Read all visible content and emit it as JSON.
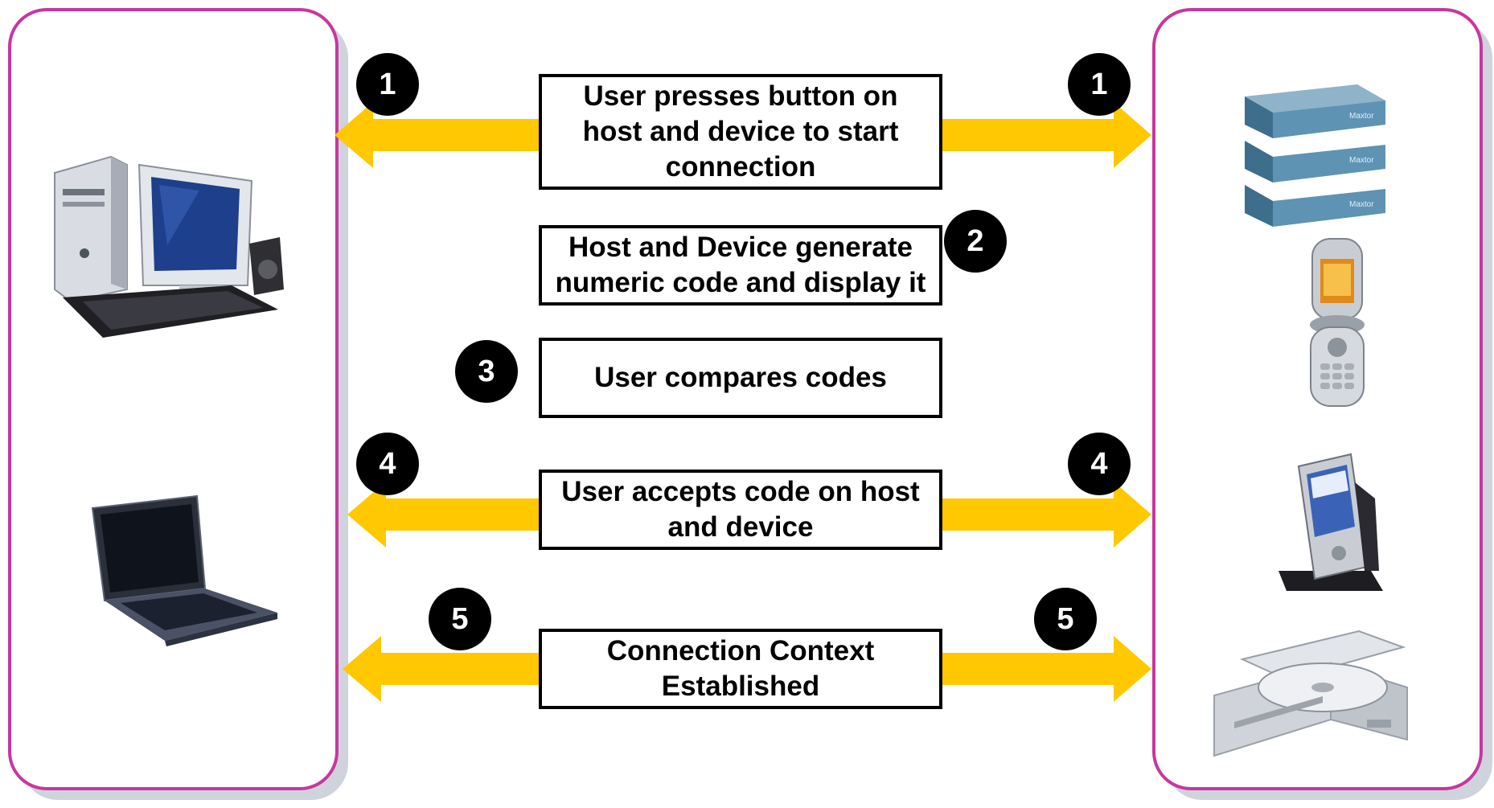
{
  "colors": {
    "panel_border": "#c7379e",
    "arrow": "#ffc800",
    "badge": "#000000"
  },
  "steps": [
    {
      "number": "1",
      "text": "User presses button on host and device to start connection"
    },
    {
      "number": "2",
      "text": "Host and Device generate numeric code and display it"
    },
    {
      "number": "3",
      "text": "User compares codes"
    },
    {
      "number": "4",
      "text": "User accepts code on host and device"
    },
    {
      "number": "5",
      "text": "Connection Context Established"
    }
  ],
  "badges": {
    "b1_left": "1",
    "b1_right": "1",
    "b2": "2",
    "b3": "3",
    "b4_left": "4",
    "b4_right": "4",
    "b5_left": "5",
    "b5_right": "5"
  },
  "host_icons": [
    "desktop-computer-icon",
    "laptop-icon"
  ],
  "device_icons": [
    "storage-drives-icon",
    "flip-phone-icon",
    "pda-icon",
    "optical-drive-icon"
  ],
  "device_labels": {
    "storage_brand": "Maxtor"
  }
}
